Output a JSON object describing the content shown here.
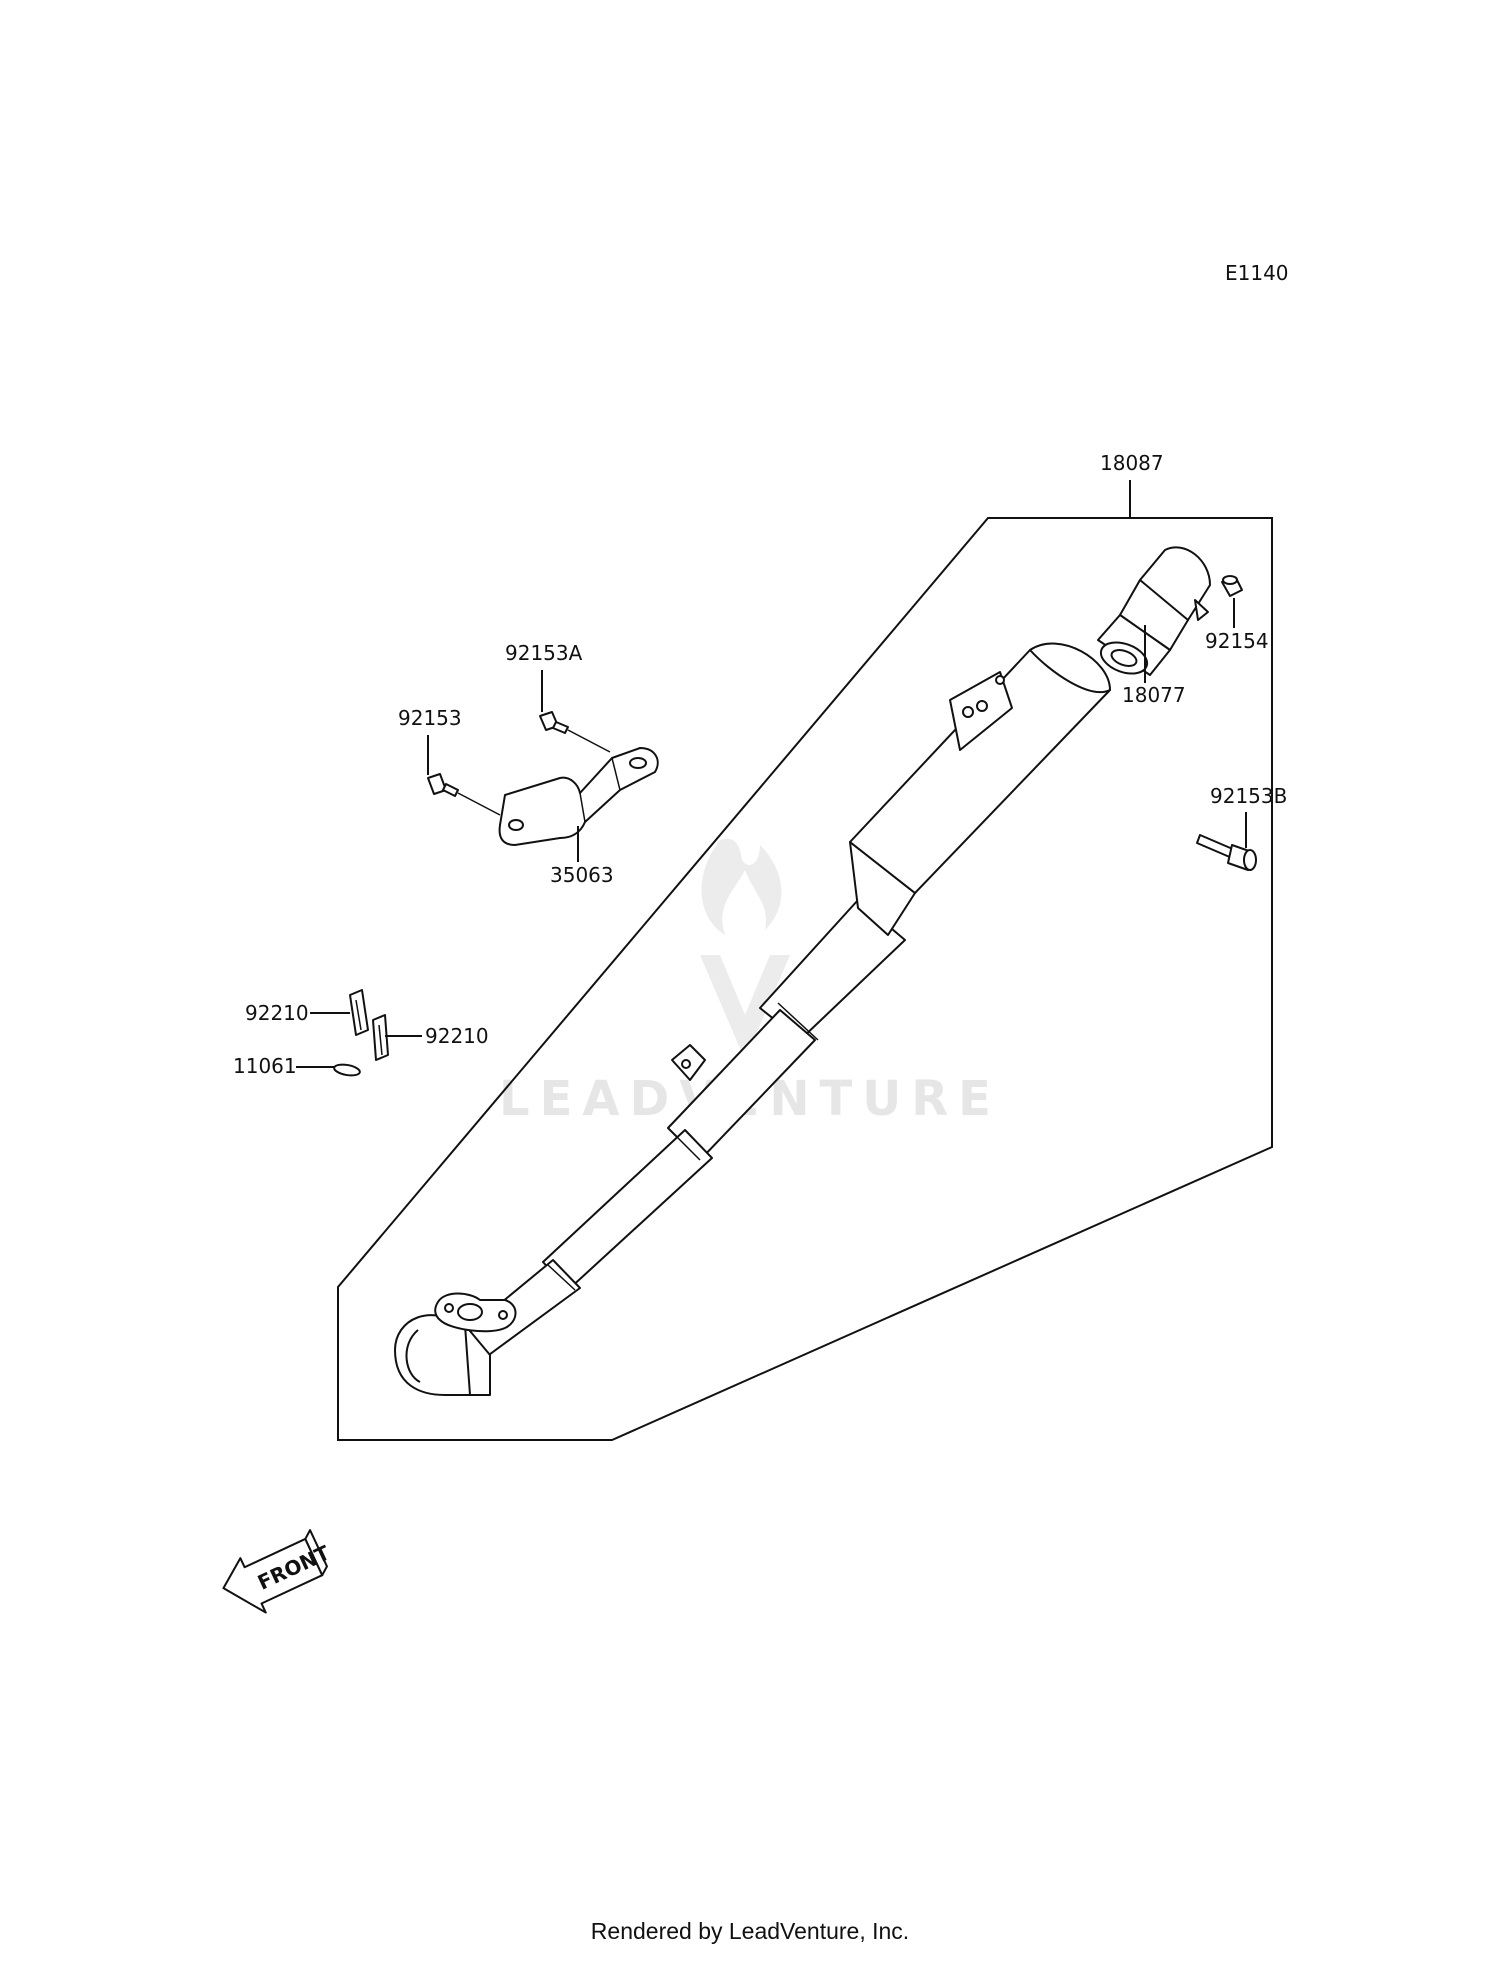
{
  "diagram_code": "E1140",
  "callouts": {
    "p18087": "18087",
    "p18077": "18077",
    "p92154": "92154",
    "p92153A": "92153A",
    "p92153": "92153",
    "p35063": "35063",
    "p92153B": "92153B",
    "p92210a": "92210",
    "p92210b": "92210",
    "p11061": "11061"
  },
  "front_label": "FRONT",
  "watermark": "LEADVENTURE",
  "footer": "Rendered by LeadVenture, Inc."
}
